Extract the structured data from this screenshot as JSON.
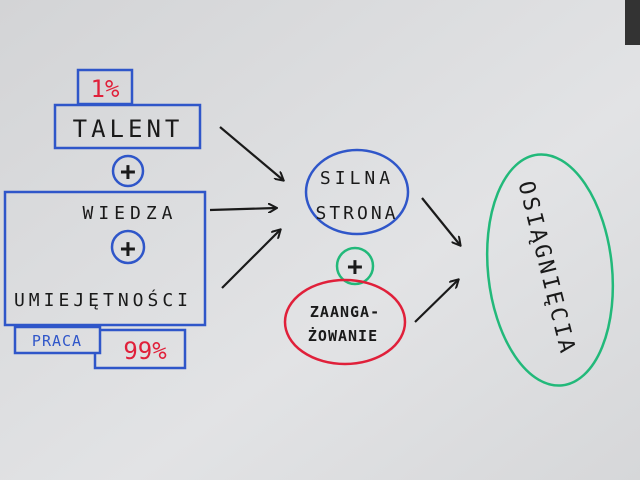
{
  "colors": {
    "board": "#dedfe1",
    "blue": "#2f56c9",
    "red": "#e0203a",
    "green": "#22b97a",
    "black": "#1a1a1a"
  },
  "left": {
    "talent_percent": "1%",
    "talent": "TALENT",
    "plus1": "+",
    "wiedza": "WIEDZA",
    "plus2": "+",
    "umiejetnosci": "UMIEJĘTNOŚCI",
    "praca": "PRACA",
    "praca_percent": "99%"
  },
  "middle": {
    "silna": "SILNA",
    "strona": "STRONA",
    "plus": "+",
    "zaanga": "ZAANGA-",
    "zowanie": "ŻOWANIE"
  },
  "right": {
    "osiagniecia": "OSIĄGNIĘCIA"
  }
}
